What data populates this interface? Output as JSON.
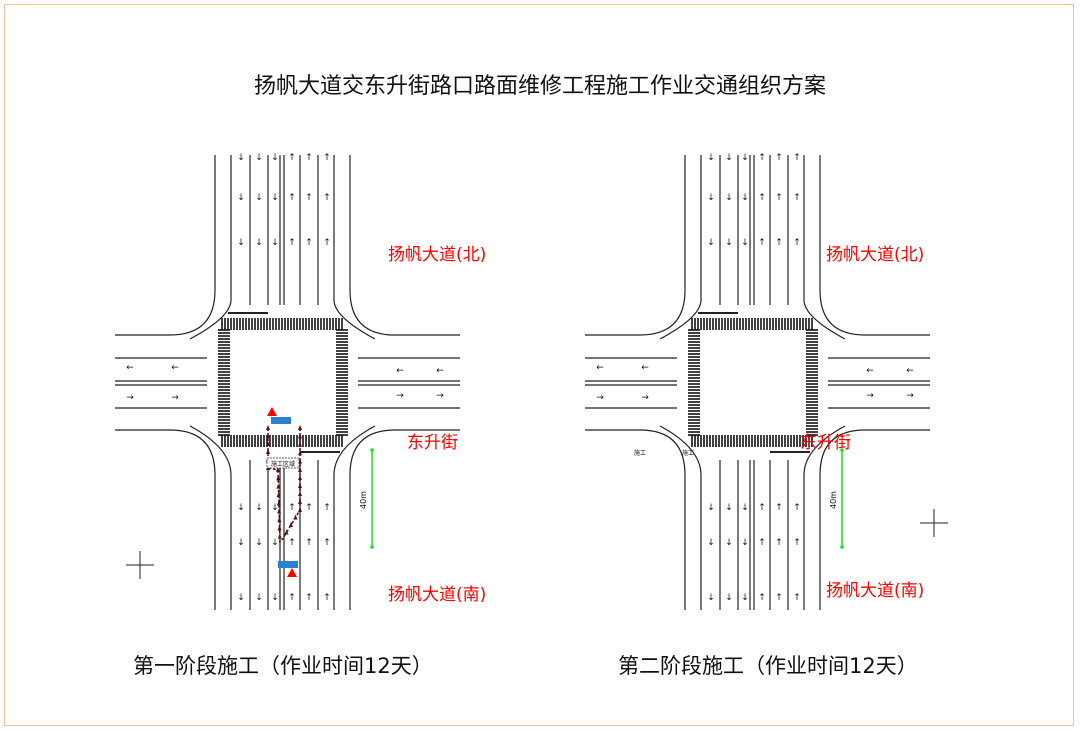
{
  "title": "扬帆大道交东升街路口路面维修工程施工作业交通组织方案",
  "stages": [
    {
      "label": "第一阶段施工（作业时间12天）",
      "road_north": "扬帆大道(北)",
      "road_east": "东升街",
      "road_south": "扬帆大道(南)",
      "distance": "40m",
      "zone_label": "施工区域"
    },
    {
      "label": "第二阶段施工（作业时间12天）",
      "road_north": "扬帆大道(北)",
      "road_east": "东升街",
      "road_south": "扬帆大道(南)",
      "distance": "40m",
      "zone_label": "施工"
    }
  ],
  "colors": {
    "label": "#ff0000",
    "dimension": "#22dd22",
    "cone": "#5a1010",
    "sign": "#2a7fd0",
    "frame": "#f3c391"
  }
}
